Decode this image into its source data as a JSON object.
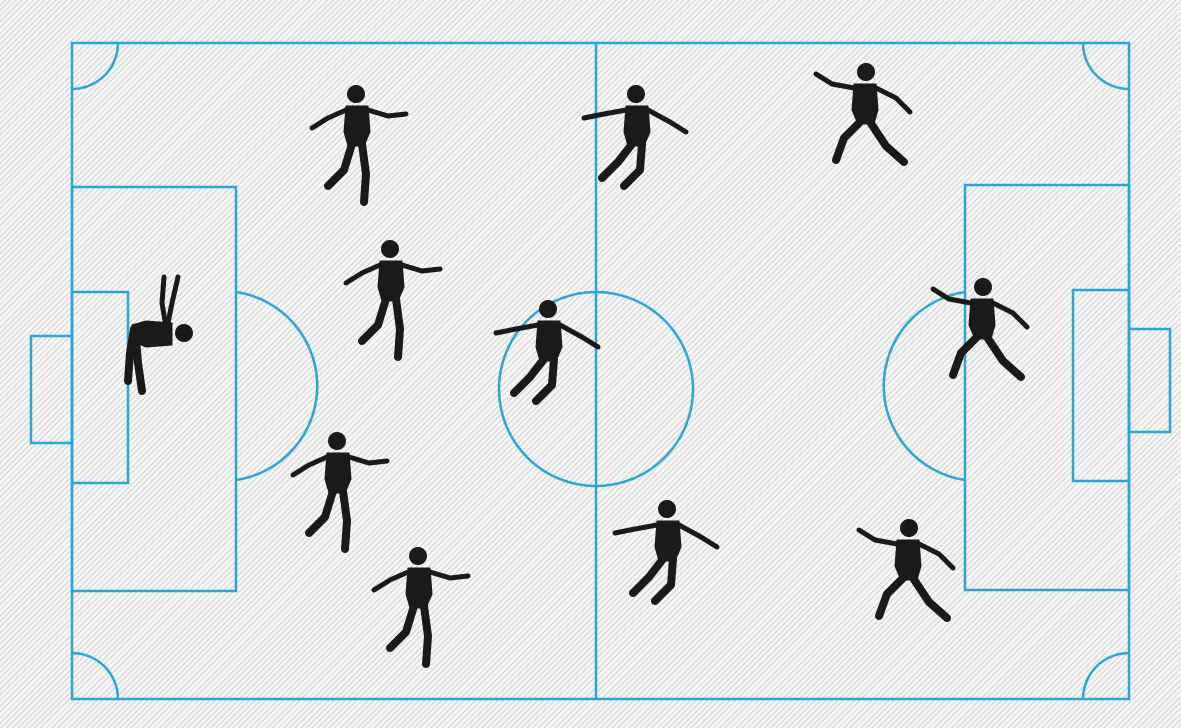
{
  "scene": {
    "subject": "football-pitch-with-player-silhouettes",
    "line_color": "#2aa6d8",
    "silhouette_color": "#1a1a1a",
    "background_color": "#f6f6f6",
    "hatch_color": "#a0a0a0"
  },
  "players": [
    {
      "id": "goalkeeper",
      "pose": "diving"
    },
    {
      "id": "player-2",
      "pose": "running"
    },
    {
      "id": "player-3",
      "pose": "running"
    },
    {
      "id": "player-4",
      "pose": "running"
    },
    {
      "id": "player-5",
      "pose": "running"
    },
    {
      "id": "player-6",
      "pose": "jumping"
    },
    {
      "id": "player-7",
      "pose": "jumping"
    },
    {
      "id": "player-8",
      "pose": "jumping"
    },
    {
      "id": "player-9",
      "pose": "kicking"
    },
    {
      "id": "player-10",
      "pose": "kicking"
    },
    {
      "id": "player-11",
      "pose": "kicking"
    }
  ]
}
